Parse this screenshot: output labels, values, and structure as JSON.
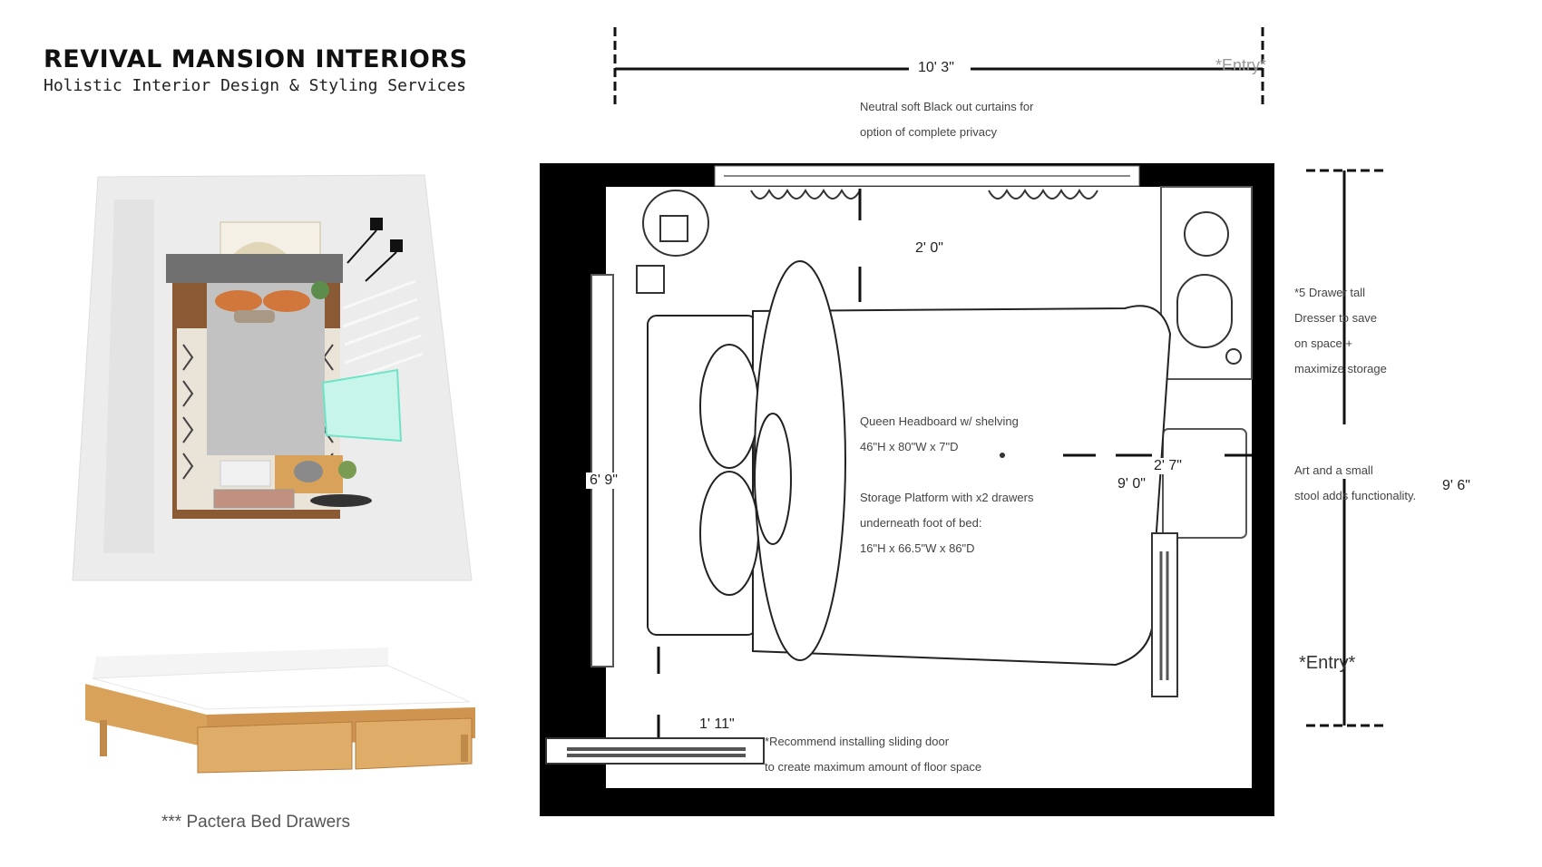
{
  "brand": {
    "title": "REVIVAL MANSION INTERIORS",
    "subtitle": "Holistic Interior Design & Styling Services"
  },
  "dimensions": {
    "width_top": "10' 3\"",
    "height_right": "9' 6\"",
    "window_to_bed": "2' 0\"",
    "bed_side": "2' 7\"",
    "bed_length_left": "6' 9\"",
    "bed_length_center": "9' 0\"",
    "bottom_gap": "1' 11\""
  },
  "labels": {
    "entry_top": "*Entry*",
    "entry_right": "*Entry*"
  },
  "notes": {
    "curtains": [
      "Neutral soft Black out curtains for",
      "option of complete privacy"
    ],
    "headboard": [
      "Queen Headboard w/ shelving",
      "46\"H x 80\"W x 7\"D"
    ],
    "platform": [
      "Storage Platform with x2 drawers",
      "underneath foot of bed:",
      "16\"H x 66.5\"W x 86\"D"
    ],
    "dresser": [
      "*5 Drawer  tall",
      "Dresser to save",
      "on space +",
      "maximize storage"
    ],
    "stool": [
      "Art and a small",
      "stool adds functionality."
    ],
    "sliding_door": [
      "*Recommend installing sliding door",
      "to create maximum amount of floor space"
    ]
  },
  "product": {
    "caption": "*** Pactera Bed Drawers"
  },
  "colors": {
    "wall": "#000000",
    "wood": "#d9a25a",
    "rug": "#e9e3d8",
    "pillow": "#d2773b",
    "accent": "#6fe3c8"
  }
}
